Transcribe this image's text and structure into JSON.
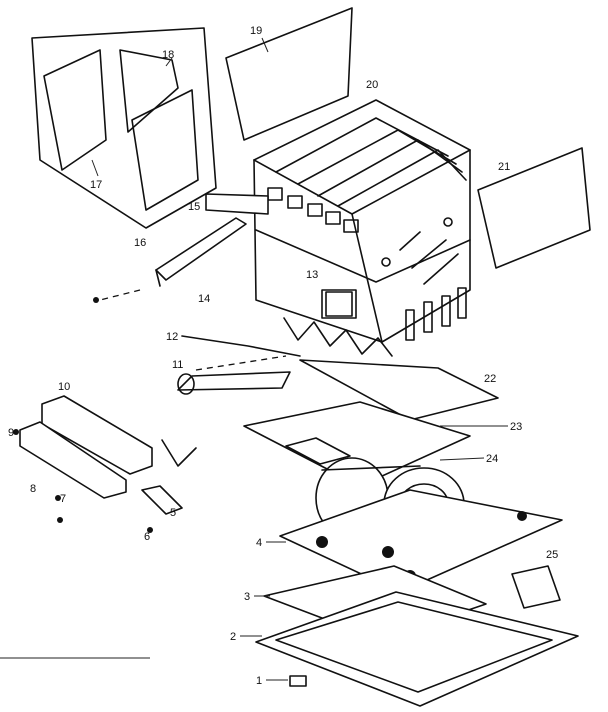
{
  "callouts": [
    "1",
    "2",
    "3",
    "4",
    "5",
    "6",
    "7",
    "8",
    "9",
    "10",
    "11",
    "12",
    "13",
    "14",
    "15",
    "16",
    "17",
    "18",
    "19",
    "20",
    "21",
    "22",
    "23",
    "24",
    "25"
  ],
  "colors": {
    "ink": "#111111",
    "paper": "#ffffff"
  }
}
